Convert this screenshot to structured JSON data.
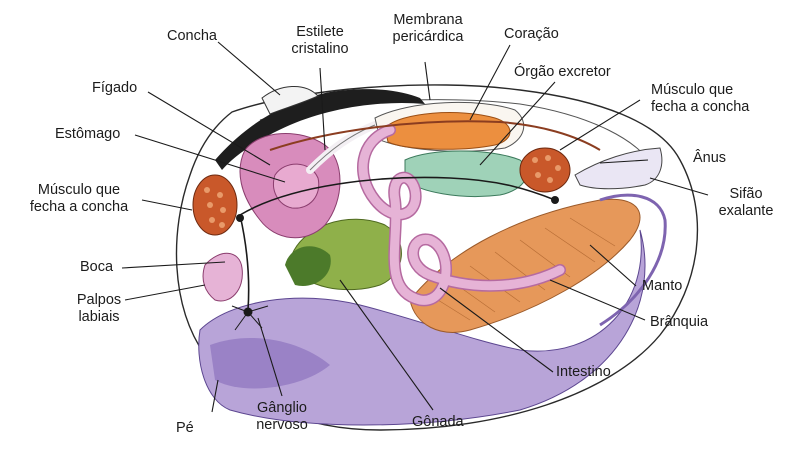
{
  "labels": {
    "concha": "Concha",
    "estilete_1": "Estilete",
    "estilete_2": "cristalino",
    "membrana_1": "Membrana",
    "membrana_2": "pericárdica",
    "coracao": "Coração",
    "figado": "Fígado",
    "orgao": "Órgão excretor",
    "musculo_dir_1": "Músculo que",
    "musculo_dir_2": "fecha a concha",
    "estomago": "Estômago",
    "anus": "Ânus",
    "musculo_esq_1": "Músculo que",
    "musculo_esq_2": "fecha a concha",
    "sifao_1": "Sifão",
    "sifao_2": "exalante",
    "boca": "Boca",
    "manto": "Manto",
    "palpos_1": "Palpos",
    "palpos_2": "labiais",
    "branquia": "Brânquia",
    "intestino": "Intestino",
    "pe": "Pé",
    "ganglio_1": "Gânglio",
    "ganglio_2": "nervoso",
    "gonada": "Gônada"
  },
  "colors": {
    "shell_outline": "#2a2a2a",
    "foot": "#b8a4d8",
    "foot_dark": "#7e64b0",
    "intestine": "#e6b3d6",
    "heart": "#ec8f3f",
    "muscle": "#c9582a",
    "liver": "#d88cbc",
    "gonad": "#8fb04a",
    "gill": "#e6985a",
    "excretory": "#9fd2b8",
    "text": "#1c1c1c"
  }
}
